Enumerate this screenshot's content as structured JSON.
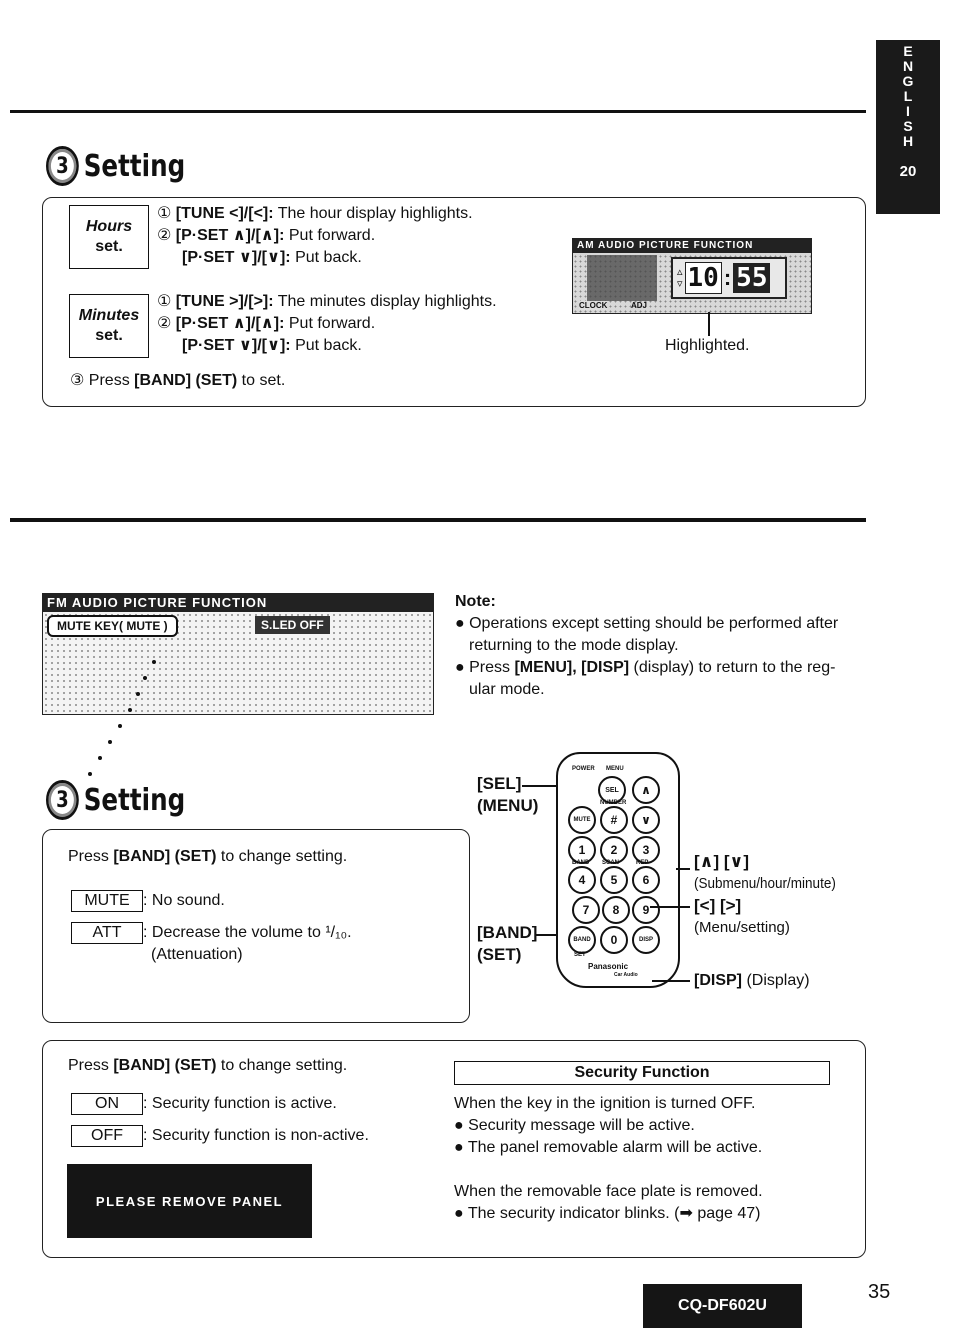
{
  "sidebar": {
    "letters": [
      "E",
      "N",
      "G",
      "L",
      "I",
      "S",
      "H"
    ],
    "page_number": "20"
  },
  "section1": {
    "heading_num": "3",
    "heading": "Setting",
    "hours_label_1": "Hours",
    "hours_label_2": "set.",
    "hours_lines": [
      {
        "num": "①",
        "key": "[TUNE <]/[<]:",
        "text": " The hour display highlights."
      },
      {
        "num": "②",
        "key": "[P·SET ∧]/[∧]:",
        "text": " Put forward."
      },
      {
        "num": "",
        "key": "[P·SET ∨]/[∨]:",
        "text": " Put back."
      }
    ],
    "minutes_label_1": "Minutes",
    "minutes_label_2": "set.",
    "minutes_lines": [
      {
        "num": "①",
        "key": "[TUNE >]/[>]:",
        "text": " The minutes display highlights."
      },
      {
        "num": "②",
        "key": "[P·SET ∧]/[∧]:",
        "text": " Put forward."
      },
      {
        "num": "",
        "key": "[P·SET ∨]/[∨]:",
        "text": " Put back."
      }
    ],
    "press_num": "③",
    "press_pre": "Press ",
    "press_key": "[BAND] (SET)",
    "press_post": " to set.",
    "lcd_bar": "AM  AUDIO PICTURE FUNCTION",
    "lcd_clock_label": "CLOCK",
    "lcd_adj": "ADJ",
    "lcd_hour": "10",
    "lcd_minute": "55",
    "highlighted": "Highlighted."
  },
  "section2": {
    "lcd_bar": "FM  AUDIO PICTURE FUNCTION",
    "lcd_row": "MUTE KEY( MUTE )",
    "lcd_row_right": "S.LED  OFF",
    "heading_num": "3",
    "heading": "Setting",
    "note_title": "Note:",
    "note_items": [
      {
        "line1": "Operations except setting should be performed after",
        "line2": "returning to the mode display."
      },
      {
        "line1_pre": "Press ",
        "line1_key": "[MENU], [DISP]",
        "line1_post": " (display) to return to the reg-",
        "line2": "ular mode."
      }
    ],
    "press_pre": "Press ",
    "press_key": "[BAND] (SET)",
    "press_post": " to change setting.",
    "opt1": "MUTE",
    "opt1_desc": ": No sound.",
    "opt2": "ATT",
    "opt2_desc": ": Decrease the volume to ¹/₁₀.",
    "opt2_desc2": "(Attenuation)",
    "remote_labels": {
      "sel": "[SEL]",
      "menu": "(MENU)",
      "band": "[BAND]",
      "set": "(SET)",
      "updown": "[∧] [∨]",
      "updown_desc": "(Submenu/hour/minute)",
      "leftright": "[<] [>]",
      "leftright_desc": "(Menu/setting)",
      "disp": "[DISP]",
      "disp_desc": " (Display)"
    },
    "remote_buttons": {
      "power": "POWER",
      "menu": "MENU",
      "sel": "SEL",
      "number": "NUMBER",
      "mute": "MUTE",
      "band": "BAND",
      "scan": "SCAN",
      "rep": "REP",
      "set": "SET",
      "disp": "DISP",
      "brand": "Panasonic",
      "brand_sub": "Car Audio",
      "digits": [
        "1",
        "2",
        "3",
        "4",
        "5",
        "6",
        "7",
        "8",
        "9",
        "0",
        "#"
      ]
    }
  },
  "section3": {
    "press_pre": "Press ",
    "press_key": "[BAND] (SET)",
    "press_post": " to change setting.",
    "opt1": "ON",
    "opt1_desc": ": Security function is active.",
    "opt2": "OFF",
    "opt2_desc": ": Security function is non-active.",
    "panel_msg": "PLEASE REMOVE PANEL",
    "security_title": "Security Function",
    "when1": "When the key in the ignition is turned OFF.",
    "bullets1": [
      "Security message will be active.",
      "The panel removable alarm will be active."
    ],
    "when2": "When the removable face plate is removed.",
    "bullet2": "The security indicator blinks. (➡ page 47)"
  },
  "footer": {
    "model": "CQ-DF602U",
    "page": "35"
  }
}
